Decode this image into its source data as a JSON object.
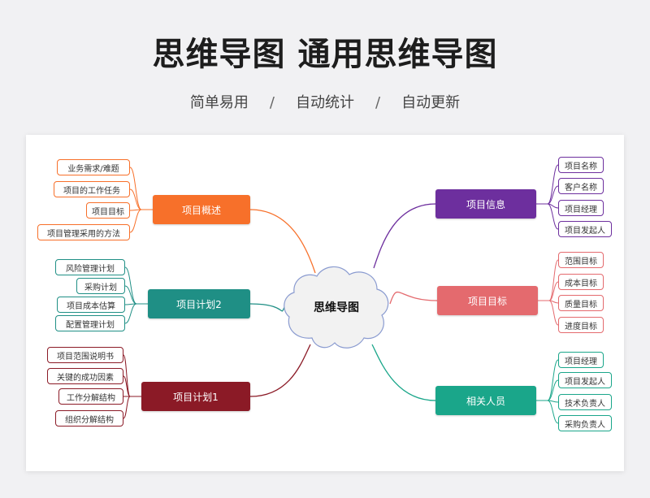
{
  "header": {
    "title": "思维导图 通用思维导图",
    "tags": [
      "简单易用",
      "自动统计",
      "自动更新"
    ],
    "separator": "/"
  },
  "center": {
    "label": "思维导图"
  },
  "colors": {
    "overview": "#f7702a",
    "plan2": "#1f8f85",
    "plan1": "#8b1a26",
    "info": "#6d2f9e",
    "goal": "#e46a6e",
    "people": "#1aa68a"
  },
  "branches": {
    "overview": {
      "label": "项目概述",
      "items": [
        "业务需求/难题",
        "项目的工作任务",
        "项目目标",
        "项目管理采用的方法"
      ]
    },
    "plan2": {
      "label": "项目计划2",
      "items": [
        "风险管理计划",
        "采购计划",
        "项目成本估算",
        "配置管理计划"
      ]
    },
    "plan1": {
      "label": "项目计划1",
      "items": [
        "项目范围说明书",
        "关键的成功因素",
        "工作分解结构",
        "组织分解结构"
      ]
    },
    "info": {
      "label": "项目信息",
      "items": [
        "项目名称",
        "客户名称",
        "项目经理",
        "项目发起人"
      ]
    },
    "goal": {
      "label": "项目目标",
      "items": [
        "范围目标",
        "成本目标",
        "质量目标",
        "进度目标"
      ]
    },
    "people": {
      "label": "相关人员",
      "items": [
        "项目经理",
        "项目发起人",
        "技术负责人",
        "采购负责人"
      ]
    }
  }
}
